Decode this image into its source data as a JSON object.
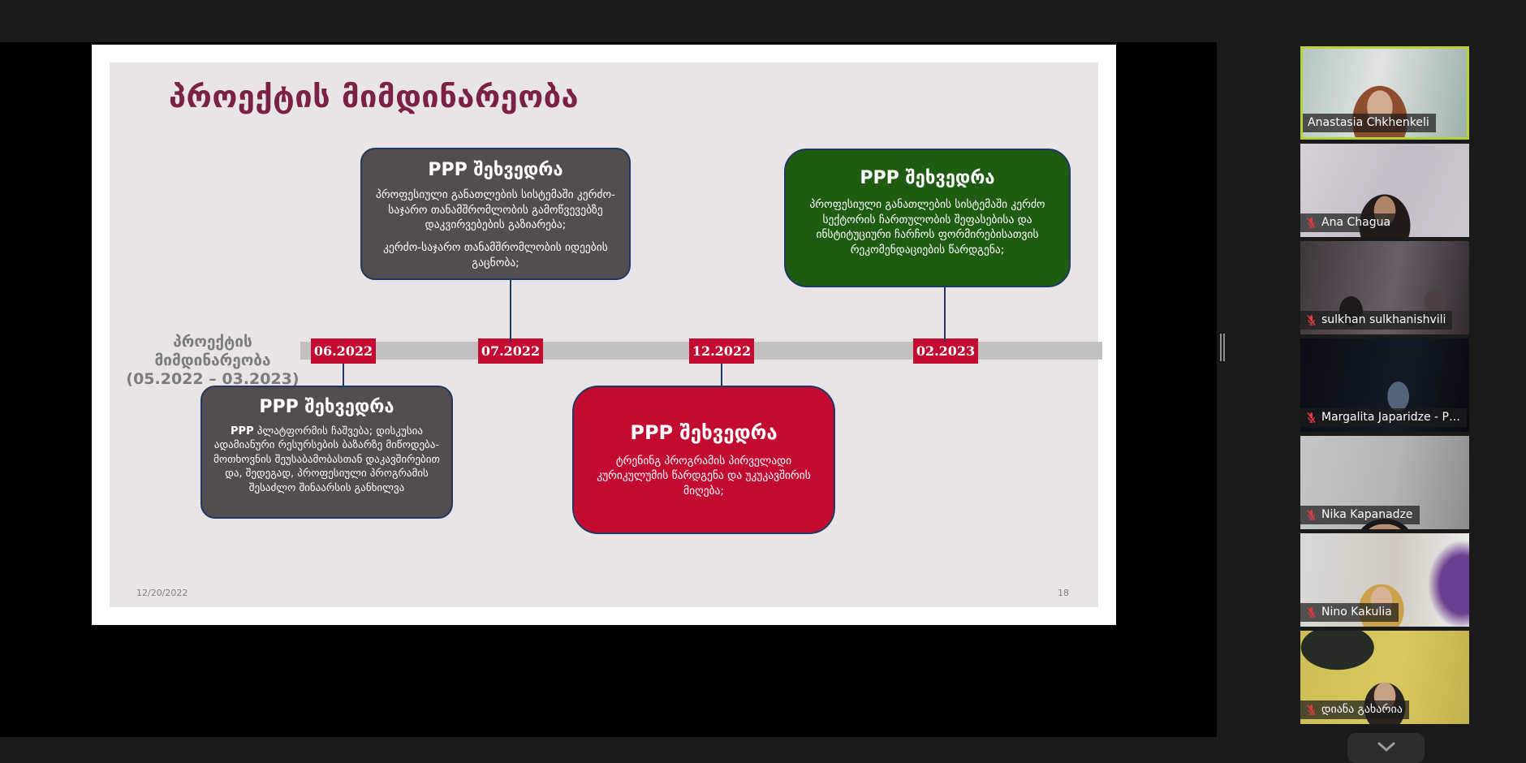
{
  "slide": {
    "title": "პროექტის მიმდინარეობა",
    "footer_date": "12/20/2022",
    "page_number": "18",
    "timeline": {
      "label_line1": "პროექტის მიმდინარეობა",
      "label_line2": "(05.2022 – 03.2023)",
      "milestones": [
        "06.2022",
        "07.2022",
        "12.2022",
        "02.2023"
      ]
    },
    "boxes": {
      "top_gray": {
        "title_latin": "PPP",
        "title_geo": "შეხვედრა",
        "body1": "პროფესიული განათლების სისტემაში კერძო-საჯარო თანამშრომლობის გამოწვევებზე დაკვირვებების გაზიარება;",
        "body2": "კერძო-საჯარო თანამშრომლობის იდეების გაცნობა;"
      },
      "green": {
        "title_latin": "PPP",
        "title_geo": "შეხვედრა",
        "body": "პროფესიული განათლების სისტემაში კერძო სექტორის ჩართულობის შეფასებისა და ინსტიტუციური ჩარჩოს ფორმირებისათვის რეკომენდაციების წარდგენა;"
      },
      "bottom_gray": {
        "title_latin": "PPP",
        "title_geo": "შეხვედრა",
        "body_lead": "PPP",
        "body": "პლატფორმის ჩაშვება; დისკუსია ადამიანური რესურსების ბაზარზე მიწოდება-მოთხოვნის შეუსაბამობასთან დაკავშირებით და, შედეგად, პროფესიული პროგრამის შესაძლო შინაარსის განხილვა"
      },
      "crimson": {
        "title_latin": "PPP",
        "title_geo": "შეხვედრა",
        "body": "ტრენინგ პროგრამის პირველადი კურიკულუმის წარდგენა და უკუკავშირის მიღება;"
      }
    },
    "colors": {
      "title_maroon": "#7a2145",
      "box_gray": "#534d4f",
      "box_green": "#1e5c12",
      "box_crimson": "#c30b31",
      "box_border_navy": "#1f3864",
      "timeline_bar": "#c2c0c1"
    }
  },
  "participants": [
    {
      "name": "Anastasia Chkhenkeli",
      "muted": false,
      "active_speaker": true
    },
    {
      "name": "Ana Chagua",
      "muted": true,
      "active_speaker": false
    },
    {
      "name": "sulkhan sulkhanishvili",
      "muted": true,
      "active_speaker": false
    },
    {
      "name": "Margalita Japaridze - P…",
      "muted": true,
      "active_speaker": false
    },
    {
      "name": "Nika Kapanadze",
      "muted": true,
      "active_speaker": false
    },
    {
      "name": "Nino Kakulia",
      "muted": true,
      "active_speaker": false
    },
    {
      "name": "დიანა გახარია",
      "muted": true,
      "active_speaker": false
    }
  ],
  "panel": {
    "active_border_color": "#b5d337",
    "mute_icon_color": "#e23a42"
  }
}
